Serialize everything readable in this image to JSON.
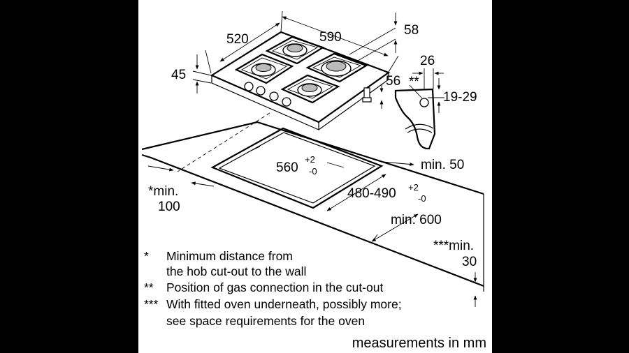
{
  "dimensions": {
    "hob_depth": "520",
    "hob_width": "590",
    "glass_thickness": "58",
    "hob_height": "45",
    "side_height": "56",
    "clip_width": "26",
    "clip_marker": "**",
    "worktop_range": "19-29",
    "cutout_width": "560",
    "cutout_width_tol_top": "+2",
    "cutout_width_tol_bot": "-0",
    "cutout_depth": "480-490",
    "cutout_depth_tol_top": "+2",
    "cutout_depth_tol_bot": "-0",
    "min_front": "min. 50",
    "min_side_1": "*min.",
    "min_side_2": "100",
    "min_back": "min. 600",
    "min_oven_1": "***min.",
    "min_oven_2": "30"
  },
  "notes": [
    {
      "marker": "*",
      "line1": "Minimum distance from",
      "line2": "the hob cut-out to the wall"
    },
    {
      "marker": "**",
      "line1": "Position of gas connection in the cut-out",
      "line2": ""
    },
    {
      "marker": "***",
      "line1": "With fitted oven underneath, possibly more;",
      "line2": "see space requirements for the oven"
    }
  ],
  "footer": "measurements in mm"
}
